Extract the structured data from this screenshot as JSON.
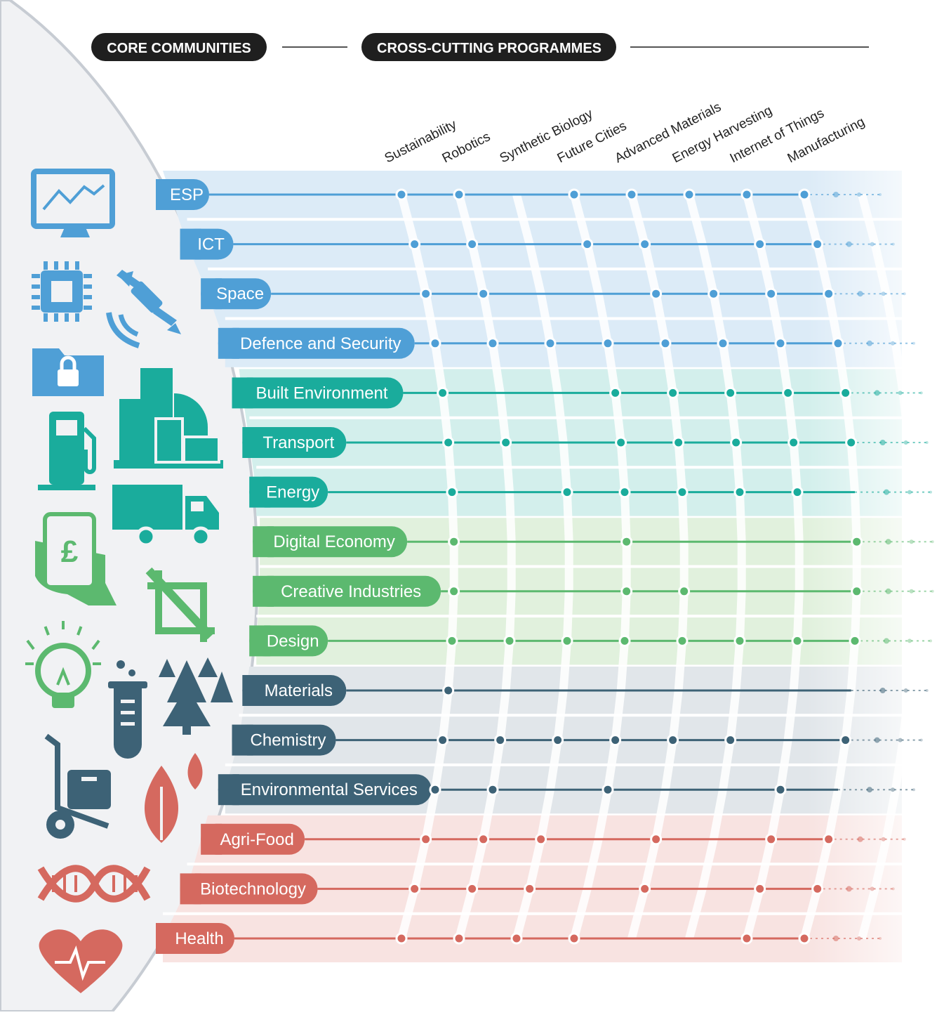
{
  "header": {
    "core_label": "CORE COMMUNITIES",
    "cross_label": "CROSS-CUTTING PROGRAMMES"
  },
  "programmes": [
    "Sustainability",
    "Robotics",
    "Synthetic Biology",
    "Future Cities",
    "Advanced Materials",
    "Energy Harvesting",
    "Internet of Things",
    "Manufacturing"
  ],
  "groups": {
    "blue": {
      "line": "#4f9fd6",
      "band": "#dcebf7",
      "pill": "#4f9fd6"
    },
    "teal": {
      "line": "#1aac9c",
      "band": "#d3efec",
      "pill": "#1aac9c"
    },
    "green": {
      "line": "#5cb96f",
      "band": "#e1f1dd",
      "pill": "#5cb96f"
    },
    "slate": {
      "line": "#3d6276",
      "band": "#e1e6ea",
      "pill": "#3d6276"
    },
    "red": {
      "line": "#d5695f",
      "band": "#f8e3e1",
      "pill": "#d5695f"
    }
  },
  "communities": [
    {
      "label": "ESP",
      "group": "blue",
      "links": [
        1,
        1,
        0,
        1,
        1,
        1,
        1,
        1
      ]
    },
    {
      "label": "ICT",
      "group": "blue",
      "links": [
        1,
        1,
        0,
        1,
        1,
        0,
        1,
        1
      ]
    },
    {
      "label": "Space",
      "group": "blue",
      "links": [
        1,
        1,
        0,
        0,
        1,
        1,
        1,
        1
      ]
    },
    {
      "label": "Defence and Security",
      "group": "blue",
      "links": [
        1,
        1,
        1,
        1,
        1,
        1,
        1,
        1
      ]
    },
    {
      "label": "Built Environment",
      "group": "teal",
      "links": [
        1,
        0,
        0,
        1,
        1,
        1,
        1,
        1
      ]
    },
    {
      "label": "Transport",
      "group": "teal",
      "links": [
        1,
        1,
        0,
        1,
        1,
        1,
        1,
        1
      ]
    },
    {
      "label": "Energy",
      "group": "teal",
      "links": [
        1,
        0,
        1,
        1,
        1,
        1,
        1,
        0
      ]
    },
    {
      "label": "Digital Economy",
      "group": "green",
      "links": [
        1,
        0,
        0,
        1,
        0,
        0,
        0,
        1
      ]
    },
    {
      "label": "Creative Industries",
      "group": "green",
      "links": [
        1,
        0,
        0,
        1,
        1,
        0,
        0,
        1
      ]
    },
    {
      "label": "Design",
      "group": "green",
      "links": [
        1,
        1,
        1,
        1,
        1,
        1,
        1,
        1
      ]
    },
    {
      "label": "Materials",
      "group": "slate",
      "links": [
        1,
        0,
        0,
        0,
        0,
        0,
        0,
        0
      ]
    },
    {
      "label": "Chemistry",
      "group": "slate",
      "links": [
        1,
        1,
        1,
        1,
        1,
        1,
        0,
        1
      ]
    },
    {
      "label": "Environmental Services",
      "group": "slate",
      "links": [
        1,
        1,
        0,
        1,
        0,
        0,
        1,
        0
      ]
    },
    {
      "label": "Agri-Food",
      "group": "red",
      "links": [
        1,
        1,
        1,
        0,
        1,
        0,
        1,
        1
      ]
    },
    {
      "label": "Biotechnology",
      "group": "red",
      "links": [
        1,
        1,
        1,
        0,
        1,
        0,
        1,
        1
      ]
    },
    {
      "label": "Health",
      "group": "red",
      "links": [
        1,
        1,
        1,
        1,
        0,
        0,
        1,
        1
      ]
    }
  ],
  "icons": [
    {
      "name": "monitor-chart-icon",
      "color": "#4f9fd6"
    },
    {
      "name": "microchip-icon",
      "color": "#4f9fd6"
    },
    {
      "name": "satellite-icon",
      "color": "#4f9fd6"
    },
    {
      "name": "lock-folder-icon",
      "color": "#4f9fd6"
    },
    {
      "name": "fuel-pump-icon",
      "color": "#1aac9c"
    },
    {
      "name": "city-buildings-icon",
      "color": "#1aac9c"
    },
    {
      "name": "truck-icon",
      "color": "#1aac9c"
    },
    {
      "name": "pound-tablet-icon",
      "color": "#5cb96f"
    },
    {
      "name": "crop-pen-icon",
      "color": "#5cb96f"
    },
    {
      "name": "lightbulb-icon",
      "color": "#5cb96f"
    },
    {
      "name": "test-tube-icon",
      "color": "#3d6276"
    },
    {
      "name": "pine-trees-icon",
      "color": "#3d6276"
    },
    {
      "name": "hand-truck-icon",
      "color": "#3d6276"
    },
    {
      "name": "plant-sprout-icon",
      "color": "#d5695f"
    },
    {
      "name": "dna-helix-icon",
      "color": "#d5695f"
    },
    {
      "name": "heart-pulse-icon",
      "color": "#d5695f"
    }
  ]
}
